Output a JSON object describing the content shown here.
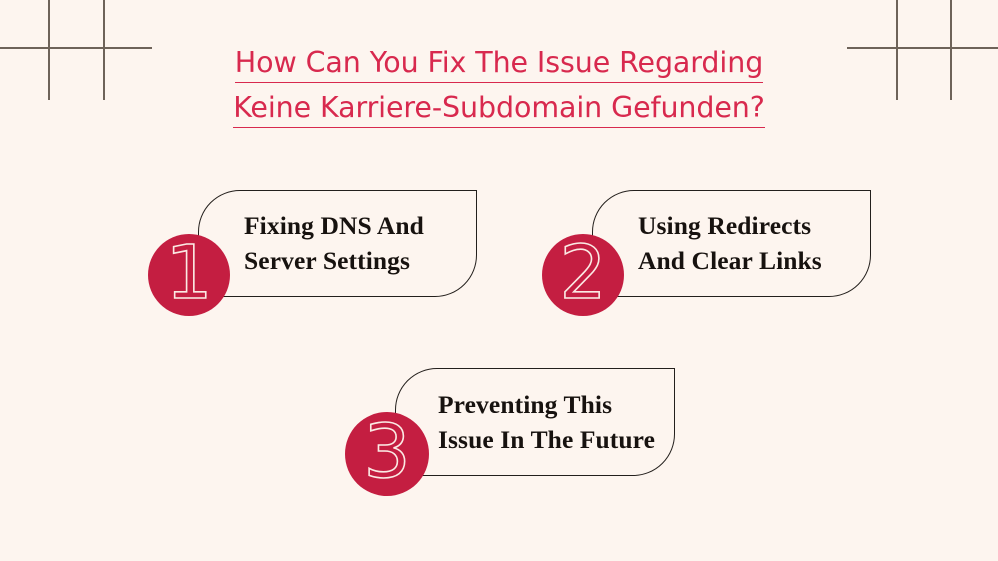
{
  "page": {
    "background_color": "#FDF5EF",
    "accent_color": "#C41E41",
    "title_color": "#D8294E",
    "line_color": "#6E6359",
    "card_border_color": "#231F1C",
    "card_text_color": "#17120F",
    "numeral_stroke_color": "#FBEAE4"
  },
  "title": {
    "line1": "How Can You Fix The Issue Regarding",
    "line2": "Keine Karriere-Subdomain Gefunden?"
  },
  "cards": [
    {
      "number": "1",
      "text": "Fixing DNS And\nServer Settings"
    },
    {
      "number": "2",
      "text": "Using Redirects\nAnd Clear Links"
    },
    {
      "number": "3",
      "text": "Preventing This\nIssue In The Future"
    }
  ]
}
